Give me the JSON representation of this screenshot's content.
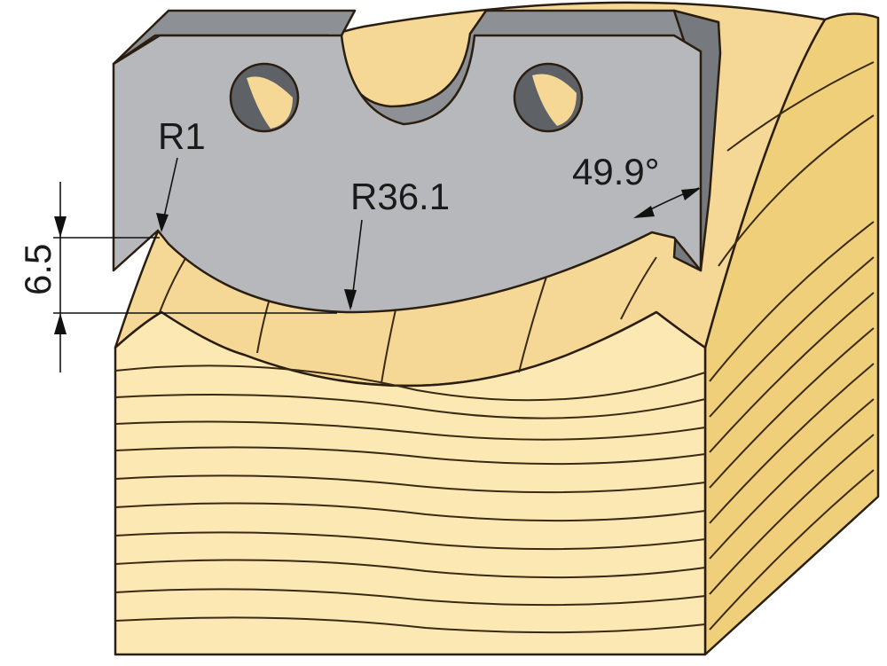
{
  "diagram": {
    "dimensions": {
      "corner_radius": "R1",
      "profile_radius": "R36.1",
      "angle": "49.9°",
      "depth": "6.5"
    }
  },
  "colors": {
    "wood_face": "#fbe8b3",
    "wood_top": "#f6d896",
    "wood_side": "#f0cf7a",
    "grain_line": "#3a2a14",
    "blade_face": "#b6b8bb",
    "blade_top": "#8d9094",
    "blade_side": "#76797d",
    "outline": "#1a1a1a"
  },
  "icons": [
    "profile-knife-blade-icon",
    "wood-workpiece-icon"
  ]
}
